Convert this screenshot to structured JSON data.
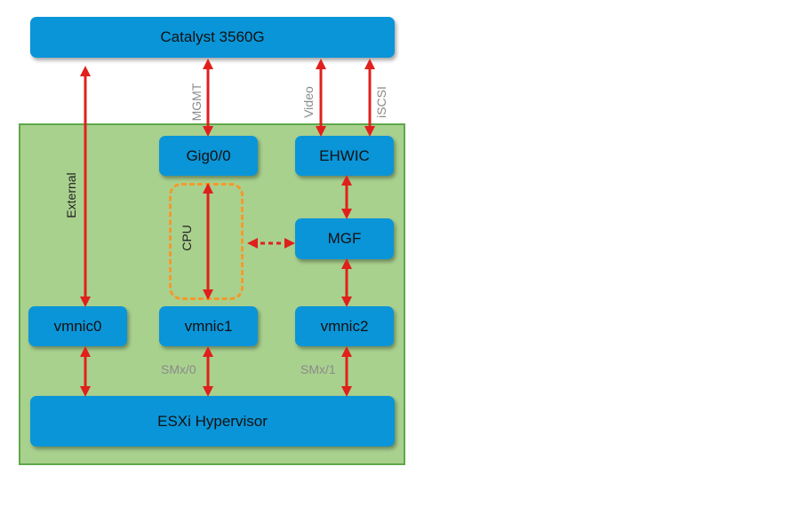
{
  "nodes": {
    "catalyst": "Catalyst 3560G",
    "gig": "Gig0/0",
    "ehwic": "EHWIC",
    "mgf": "MGF",
    "vmnic0": "vmnic0",
    "vmnic1": "vmnic1",
    "vmnic2": "vmnic2",
    "esxi": "ESXi Hypervisor"
  },
  "labels": {
    "external": "External",
    "mgmt": "MGMT",
    "video": "Video",
    "iscsi": "iSCSI",
    "cpu": "CPU",
    "smx0": "SMx/0",
    "smx1": "SMx/1"
  },
  "colors": {
    "box": "#0a95d8",
    "panel": "#a9d18e",
    "panel_border": "#5fa84a",
    "arrow": "#e0201c",
    "cpu_border": "#f39a2b"
  }
}
